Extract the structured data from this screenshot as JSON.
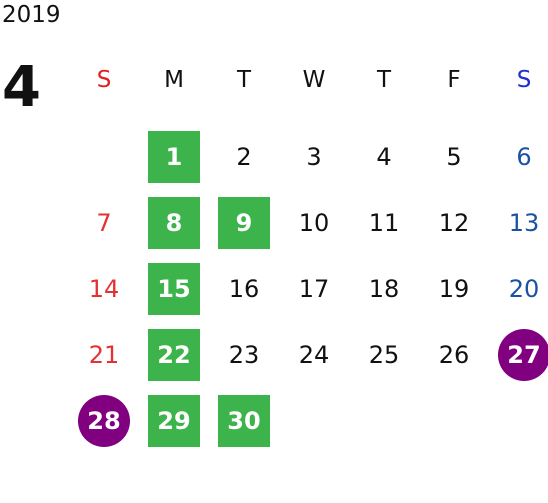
{
  "calendar": {
    "year": "2019",
    "month": "4",
    "weekdays": [
      "S",
      "M",
      "T",
      "W",
      "T",
      "F",
      "S"
    ],
    "weeks": [
      [
        null,
        {
          "day": "1",
          "style": "green"
        },
        {
          "day": "2"
        },
        {
          "day": "3"
        },
        {
          "day": "4"
        },
        {
          "day": "5"
        },
        {
          "day": "6"
        }
      ],
      [
        {
          "day": "7"
        },
        {
          "day": "8",
          "style": "green"
        },
        {
          "day": "9",
          "style": "green"
        },
        {
          "day": "10"
        },
        {
          "day": "11"
        },
        {
          "day": "12"
        },
        {
          "day": "13"
        }
      ],
      [
        {
          "day": "14"
        },
        {
          "day": "15",
          "style": "green"
        },
        {
          "day": "16"
        },
        {
          "day": "17"
        },
        {
          "day": "18"
        },
        {
          "day": "19"
        },
        {
          "day": "20"
        }
      ],
      [
        {
          "day": "21"
        },
        {
          "day": "22",
          "style": "green"
        },
        {
          "day": "23"
        },
        {
          "day": "24"
        },
        {
          "day": "25"
        },
        {
          "day": "26"
        },
        {
          "day": "27",
          "style": "purple"
        }
      ],
      [
        {
          "day": "28",
          "style": "purple"
        },
        {
          "day": "29",
          "style": "green"
        },
        {
          "day": "30",
          "style": "green"
        },
        null,
        null,
        null,
        null
      ]
    ]
  },
  "colors": {
    "green_highlight": "#3cb44b",
    "purple_highlight": "#800080",
    "sunday": "#e43232",
    "saturday": "#1b51a5"
  }
}
